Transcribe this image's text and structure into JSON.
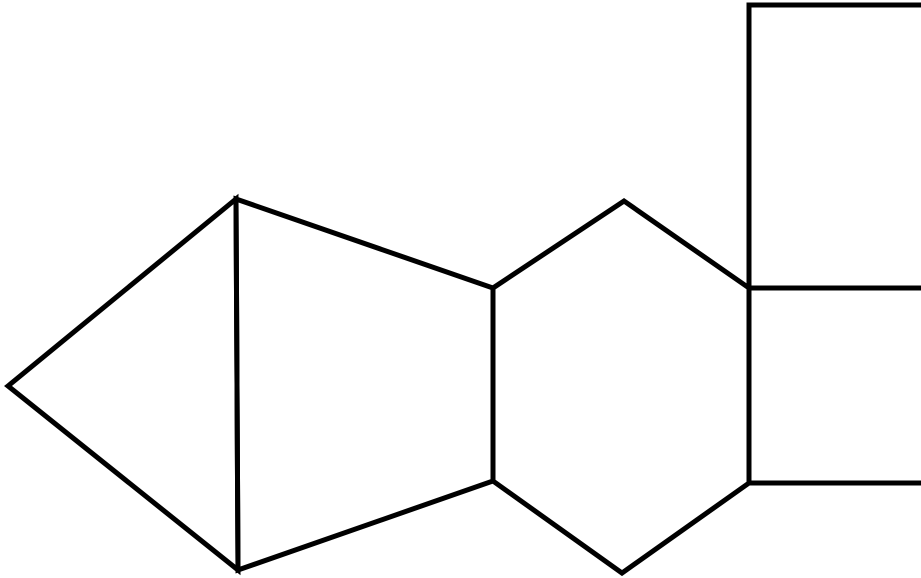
{
  "diagram": {
    "background_color": "#ffffff",
    "stroke_color": "#000000",
    "shapes": [
      {
        "name": "triangle",
        "fill": "#808080"
      },
      {
        "name": "quadrilateral",
        "fill": "#ffffff"
      },
      {
        "name": "hexagon",
        "fill": "#ffffff"
      },
      {
        "name": "upper-square",
        "fill": "#ffffff"
      },
      {
        "name": "lower-rectangle",
        "fill": "#ffffff"
      }
    ]
  }
}
